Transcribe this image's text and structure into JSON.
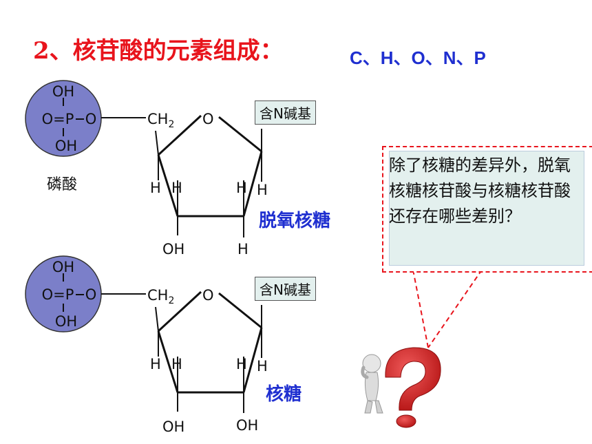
{
  "title": "2、核苷酸的元素组成：",
  "elements": "C、H、O、N、P",
  "phosphate": {
    "label": "磷酸",
    "groups": [
      "OH",
      "O=P",
      "O",
      "OH"
    ]
  },
  "ring_atoms": {
    "ch2": "CH",
    "ch2_sub": "2",
    "oxygen": "O",
    "h": "H",
    "oh": "OH"
  },
  "base_label": "含N碱基",
  "deoxyribose": {
    "label": "脱氧核糖",
    "c3": "OH",
    "c2": "H"
  },
  "ribose": {
    "label": "核糖",
    "c3": "OH",
    "c2": "OH"
  },
  "question": {
    "text": "除了核糖的差异外，脱氧核糖核苷酸与核糖核苷酸还存在哪些差别？"
  },
  "colors": {
    "title": "#e8141c",
    "elements": "#1f2fd0",
    "phosphate_fill": "#7b7fc9",
    "note_border": "#e8141c",
    "note_bg": "#e3f0ee",
    "question_mark": "#d81e1e"
  }
}
